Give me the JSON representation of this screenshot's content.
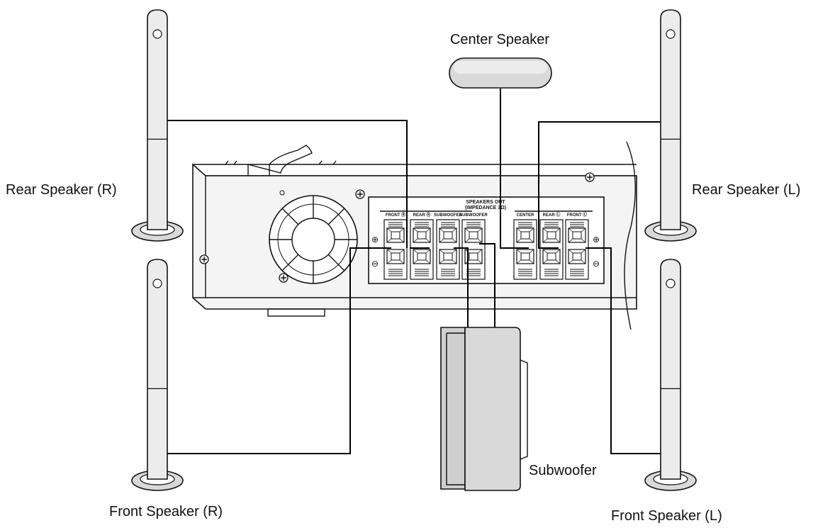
{
  "labels": {
    "center_speaker": "Center Speaker",
    "rear_speaker_r": "Rear Speaker (R)",
    "rear_speaker_l": "Rear Speaker (L)",
    "front_speaker_r": "Front Speaker (R)",
    "front_speaker_l": "Front Speaker (L)",
    "subwoofer": "Subwoofer"
  },
  "panel": {
    "title": "SPEAKERS OUT",
    "impedance": "(IMPEDANCE 3Ω)",
    "terminals": [
      "FRONT Ⓡ",
      "REAR Ⓡ",
      "SUBWOOFER",
      "SUBWOOFER",
      "CENTER",
      "REAR Ⓛ",
      "FRONT Ⓛ"
    ],
    "plus_symbol": "⊕",
    "minus_symbol": "⊖"
  }
}
